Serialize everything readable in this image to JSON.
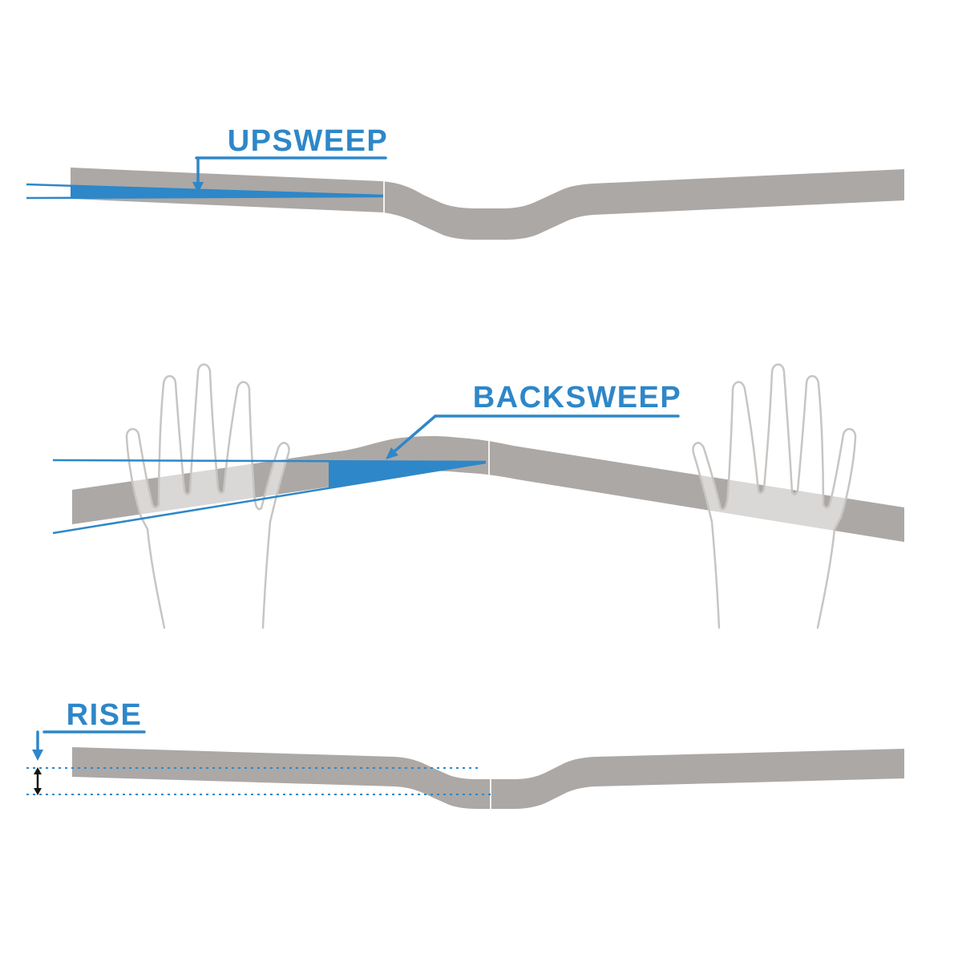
{
  "diagram": {
    "labels": {
      "upsweep": "UPSWEEP",
      "backsweep": "BACKSWEEP",
      "rise": "RISE"
    },
    "colors": {
      "accent_blue": "#2E87C8",
      "bar_gray": "#ACA8A5",
      "hand_outline": "#C8C5C2",
      "background": "#FFFFFF",
      "rise_arrow_black": "#151515"
    }
  }
}
